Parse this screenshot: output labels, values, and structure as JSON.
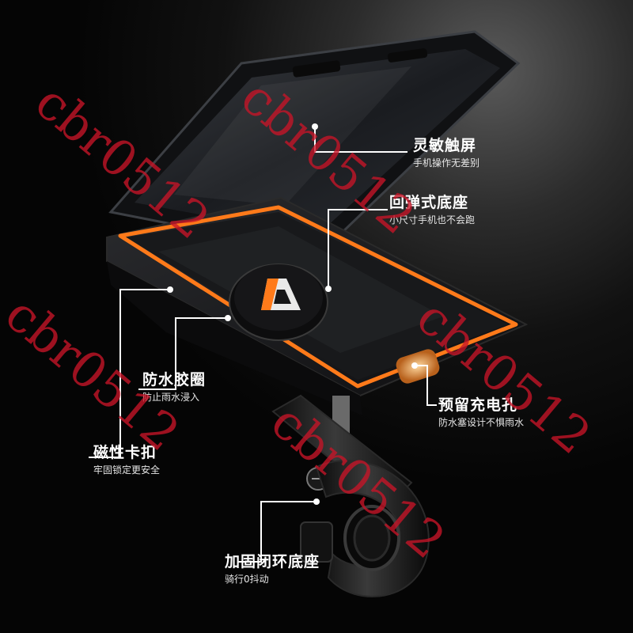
{
  "callouts": [
    {
      "title": "灵敏触屏",
      "subtitle": "手机操作无差别"
    },
    {
      "title": "回弹式底座",
      "subtitle": "小尺寸手机也不会跑"
    },
    {
      "title": "防水胶圈",
      "subtitle": "防止雨水浸入"
    },
    {
      "title": "预留充电孔",
      "subtitle": "防水塞设计不惧雨水"
    },
    {
      "title": "磁性卡扣",
      "subtitle": "牢固锁定更安全"
    },
    {
      "title": "加固闭环底座",
      "subtitle": "骑行0抖动"
    }
  ],
  "watermark": "cbr0512",
  "colors": {
    "accent": "#ff7a1a",
    "watermark": "#c8142a",
    "background": "#000000"
  }
}
